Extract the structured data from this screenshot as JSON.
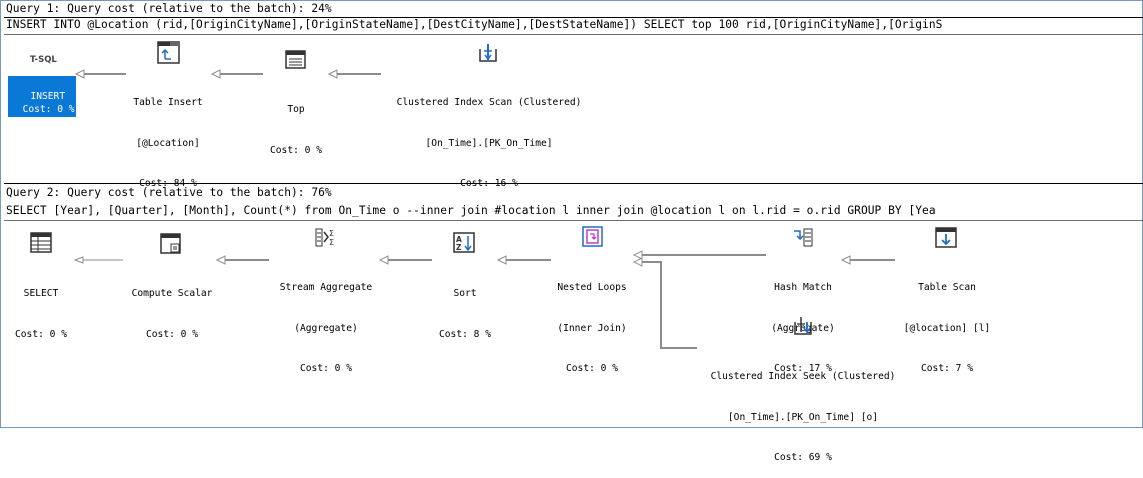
{
  "query1": {
    "header": "Query 1: Query cost (relative to the batch): 24%",
    "sql": "INSERT INTO @Location (rid,[OriginCityName],[OriginStateName],[DestCityName],[DestStateName]) SELECT top 100 rid,[OriginCityName],[OriginS",
    "tsql_label": "T-SQL",
    "nodes": {
      "insert": {
        "title": "INSERT",
        "cost": "Cost: 0 %"
      },
      "table_insert": {
        "title": "Table Insert",
        "sub": "[@Location]",
        "cost": "Cost: 84 %"
      },
      "top": {
        "title": "Top",
        "cost": "Cost: 0 %"
      },
      "cis": {
        "title": "Clustered Index Scan (Clustered)",
        "sub": "[On_Time].[PK_On_Time]",
        "cost": "Cost: 16 %"
      }
    }
  },
  "query2": {
    "header": "Query 2: Query cost (relative to the batch): 76%",
    "sql": "SELECT [Year], [Quarter], [Month], Count(*) from On_Time o --inner join #location l inner join @location l on l.rid = o.rid GROUP BY [Yea",
    "nodes": {
      "select": {
        "title": "SELECT",
        "cost": "Cost: 0 %"
      },
      "compute_scalar": {
        "title": "Compute Scalar",
        "cost": "Cost: 0 %"
      },
      "stream_agg": {
        "title": "Stream Aggregate",
        "sub": "(Aggregate)",
        "cost": "Cost: 0 %"
      },
      "sort": {
        "title": "Sort",
        "cost": "Cost: 8 %"
      },
      "nested_loops": {
        "title": "Nested Loops",
        "sub": "(Inner Join)",
        "cost": "Cost: 0 %"
      },
      "hash_match": {
        "title": "Hash Match",
        "sub": "(Aggregate)",
        "cost": "Cost: 17 %"
      },
      "table_scan": {
        "title": "Table Scan",
        "sub": "[@location] [l]",
        "cost": "Cost: 7 %"
      },
      "cis_seek": {
        "title": "Clustered Index Seek (Clustered)",
        "sub": "[On_Time].[PK_On_Time] [o]",
        "cost": "Cost: 69 %"
      }
    }
  },
  "colors": {
    "selected": "#0a78d7",
    "nested_loops_accent": "#c23fbf",
    "icon_blue": "#1e6fc2"
  }
}
